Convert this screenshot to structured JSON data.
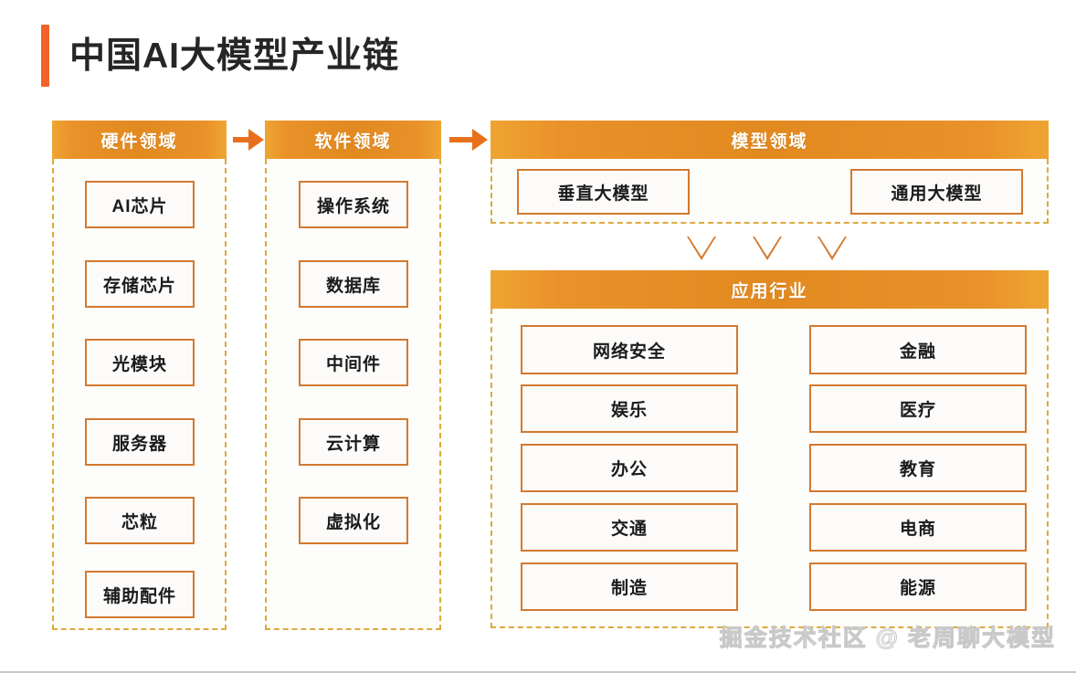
{
  "page": {
    "title": "中国AI大模型产业链",
    "watermark": "掘金技术社区 @ 老周聊大模型"
  },
  "colors": {
    "accent_bar": "#f2622a",
    "band_orange": "#e28a20",
    "box_border": "#d3792f",
    "dashed_border": "#ddab3c",
    "arrow": "#e8701c",
    "text": "#1b1b1b",
    "background": "#ffffff"
  },
  "sections": {
    "hardware": {
      "header": "硬件领域",
      "items": [
        "AI芯片",
        "存储芯片",
        "光模块",
        "服务器",
        "芯粒",
        "辅助配件"
      ]
    },
    "software": {
      "header": "软件领域",
      "items": [
        "操作系统",
        "数据库",
        "中间件",
        "云计算",
        "虚拟化"
      ]
    },
    "model": {
      "header": "模型领域",
      "items": [
        "垂直大模型",
        "通用大模型"
      ]
    },
    "application": {
      "header": "应用行业",
      "left_items": [
        "网络安全",
        "娱乐",
        "办公",
        "交通",
        "制造"
      ],
      "right_items": [
        "金融",
        "医疗",
        "教育",
        "电商",
        "能源"
      ]
    }
  },
  "connectors": {
    "arrows": [
      "hardware-to-software",
      "software-to-model"
    ],
    "triangles": [
      "model-to-application-1",
      "model-to-application-2",
      "model-to-application-3"
    ]
  }
}
